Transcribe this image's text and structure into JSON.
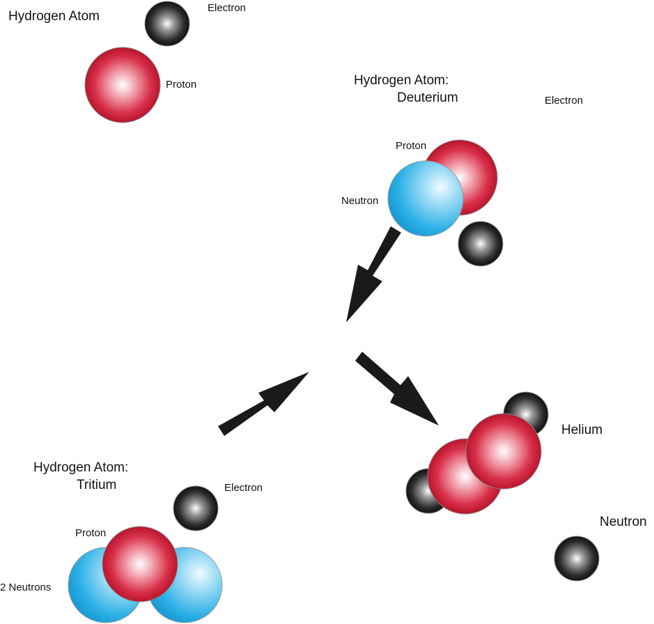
{
  "labels": {
    "hydrogen_title": "Hydrogen Atom",
    "hydrogen_electron": "Electron",
    "hydrogen_proton": "Proton",
    "deuterium_title_line1": "Hydrogen Atom:",
    "deuterium_title_line2": "Deuterium",
    "deuterium_electron": "Electron",
    "deuterium_proton": "Proton",
    "deuterium_neutron": "Neutron",
    "tritium_title_line1": "Hydrogen Atom:",
    "tritium_title_line2": "Tritium",
    "tritium_electron": "Electron",
    "tritium_proton": "Proton",
    "tritium_neutrons": "2 Neutrons",
    "helium_label": "Helium",
    "free_neutron_label": "Neutron"
  },
  "colors": {
    "proton": "#d0243c",
    "neutron": "#20a8e0",
    "electron": "#1a1a1a",
    "arrow": "#1a1a1a"
  }
}
